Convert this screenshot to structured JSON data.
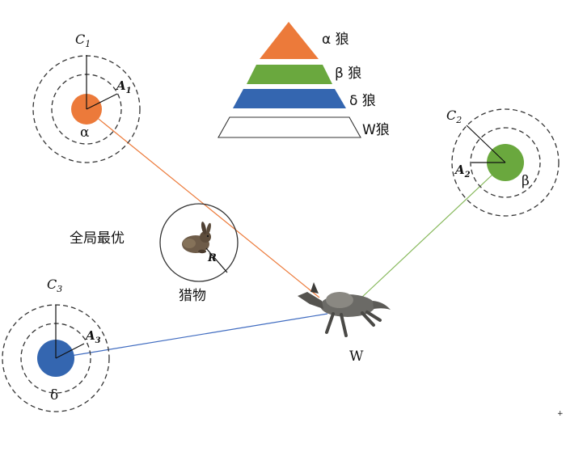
{
  "hierarchy": {
    "alpha": "α 狼",
    "beta": "β 狼",
    "delta": "δ 狼",
    "omega": "W狼"
  },
  "colors": {
    "alpha": "#ec7a3a",
    "beta": "#6aa83e",
    "delta": "#3466b0",
    "omega": "#ffffff"
  },
  "wolves": {
    "alpha": {
      "c_label": "C",
      "c_sub": "1",
      "a_label": "A",
      "a_sub": "1",
      "greek": "α"
    },
    "beta": {
      "c_label": "C",
      "c_sub": "2",
      "a_label": "A",
      "a_sub": "2",
      "greek": "β"
    },
    "delta": {
      "c_label": "C",
      "c_sub": "3",
      "a_label": "A",
      "a_sub": "3",
      "greek": "δ"
    }
  },
  "prey": {
    "global_best": "全局最优",
    "prey_label": "猎物",
    "radius_label": "R"
  },
  "agent": {
    "label": "W"
  }
}
